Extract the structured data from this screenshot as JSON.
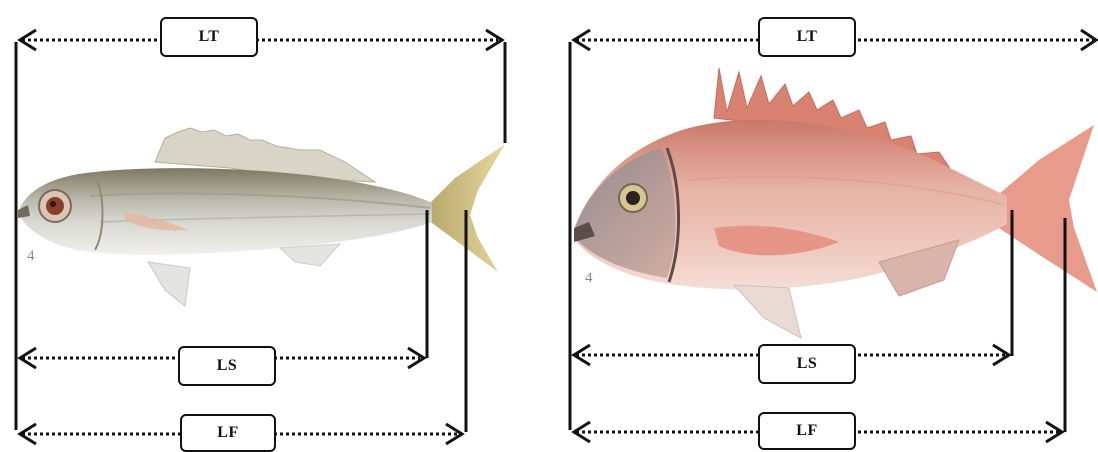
{
  "panels": [
    {
      "specimen_number": "4",
      "labels": {
        "total": "LT",
        "standard": "LS",
        "fork": "LF"
      },
      "fish_colors": {
        "body": "#c9c7bd",
        "back": "#8f8a70",
        "belly": "#ecebe6",
        "tail": "#d8c678"
      }
    },
    {
      "specimen_number": "4",
      "labels": {
        "total": "LT",
        "standard": "LS",
        "fork": "LF"
      },
      "fish_colors": {
        "body": "#e7b3a4",
        "back": "#cf8575",
        "belly": "#f3ddd6",
        "tail": "#e79a8b"
      }
    }
  ]
}
